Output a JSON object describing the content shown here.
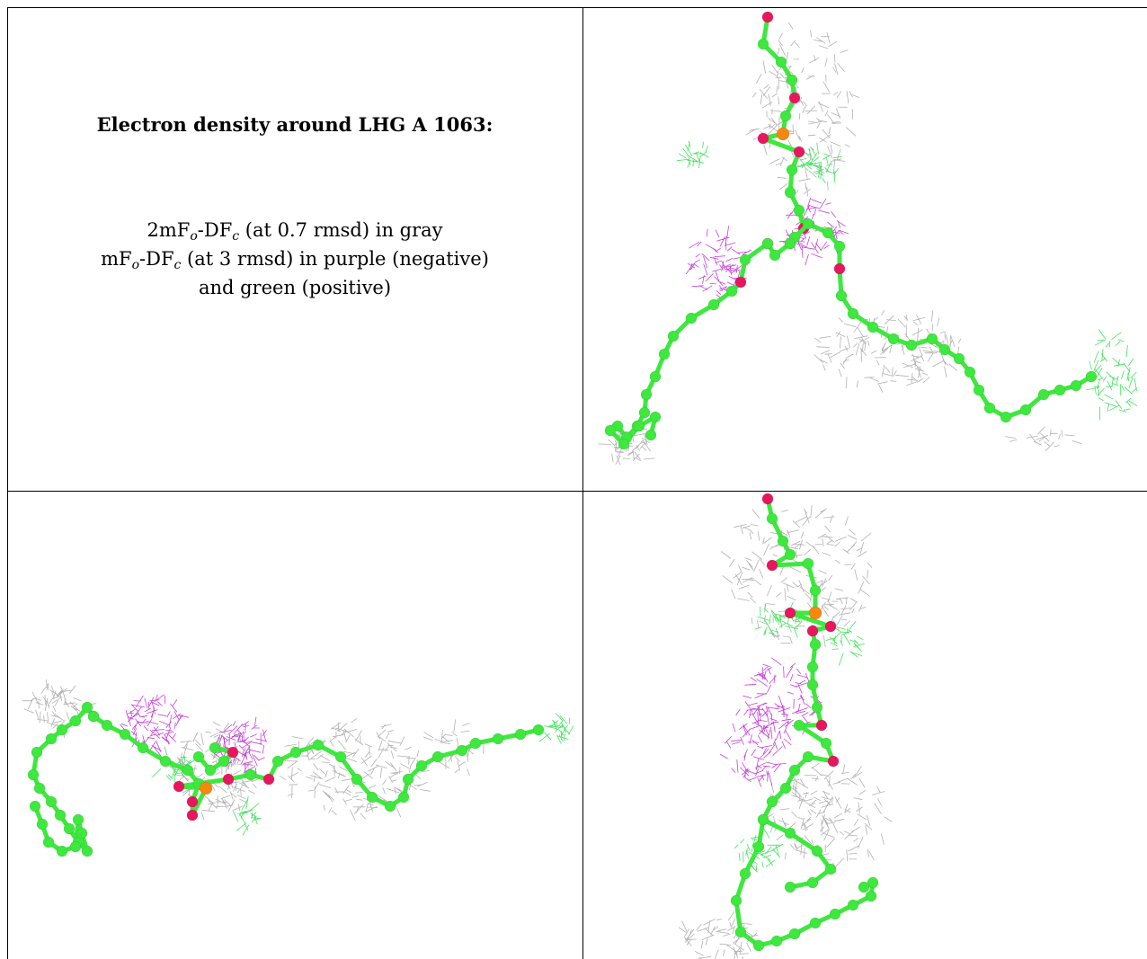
{
  "legend": {
    "title": "Electron density around LHG A 1063:",
    "map1_prefix": "2mF",
    "map1_mid": "-DF",
    "map1_suffix": " (at 0.7 rmsd) in gray",
    "map2_prefix": "mF",
    "map2_mid": "-DF",
    "map2_suffix": " (at 3 rmsd) in purple (negative)",
    "map2_line2": "and green (positive)",
    "sub_o": "o",
    "sub_c": "c"
  },
  "panels": [
    {
      "view": "view-1"
    },
    {
      "view": "view-2"
    },
    {
      "view": "view-3"
    }
  ],
  "colors": {
    "carbon": "#3ee83e",
    "oxygen": "#e8175d",
    "phosphorus": "#f5880f",
    "density_2fofc": "#a8a8a8",
    "density_negative": "#c02cd8",
    "density_positive": "#2ee04a",
    "grid": "#000000"
  }
}
